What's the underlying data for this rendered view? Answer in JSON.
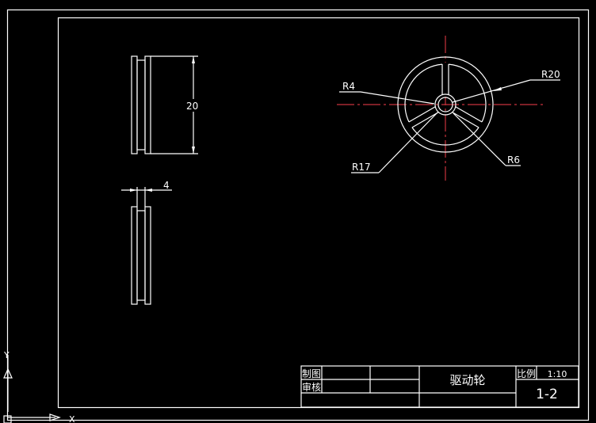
{
  "drawing": {
    "background_color": "#000000",
    "line_color": "#ffffff",
    "centerline_color": "#c8323c",
    "dimensions": {
      "height": "20",
      "thickness": "4",
      "radius_hub": "R4",
      "radius_outer": "R20",
      "radius_inner_rim": "R17",
      "radius_hub_outer": "R6"
    },
    "ucs": {
      "x_label": "X",
      "y_label": "Y"
    }
  },
  "title_block": {
    "drawn_by_label": "制图",
    "checked_by_label": "审核",
    "part_name": "驱动轮",
    "scale_label": "比例",
    "scale_value": "1:10",
    "drawing_number": "1-2"
  }
}
